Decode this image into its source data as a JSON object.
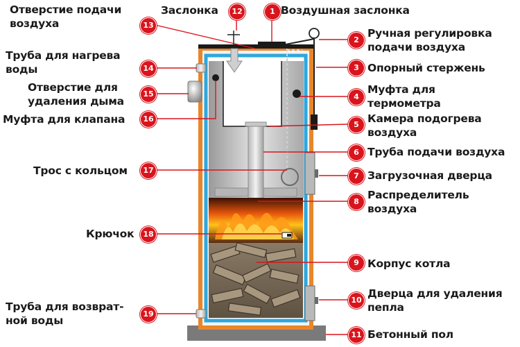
{
  "title_left_label": "Отверстие подачи\nвоздуха",
  "labels": {
    "1": "Воздушная заслонка",
    "2": "Ручная регулировка\nподачи воздуха",
    "3": "Опорный стержень",
    "4": "Муфта для\nтермометра",
    "5": "Камера подогрева\nвоздуха",
    "6": "Труба подачи воздуха",
    "7": "Загрузочная дверца",
    "8": "Распределитель\nвоздуха",
    "9": "Корпус котла",
    "10": "Дверца для удаления\nпепла",
    "11": "Бетонный пол",
    "12": "Заслонка",
    "14": "Труба для нагрева\nводы",
    "15": "Отверстие для\nудаления дыма",
    "16": "Муфта для клапана",
    "17": "Трос с кольцом",
    "18": "Крючок",
    "19": "Труба для возврат-\nной воды"
  },
  "badges": [
    "1",
    "2",
    "3",
    "4",
    "5",
    "6",
    "7",
    "8",
    "9",
    "10",
    "11",
    "12",
    "13",
    "14",
    "15",
    "16",
    "17",
    "18",
    "19"
  ],
  "colors": {
    "badge": "#d9141c",
    "leader": "#d9141c",
    "outer_casing": "#e8862a",
    "water_jacket": "#2fa7dc",
    "chamber": "#c9c9c9",
    "floor": "#7a7a7a"
  }
}
